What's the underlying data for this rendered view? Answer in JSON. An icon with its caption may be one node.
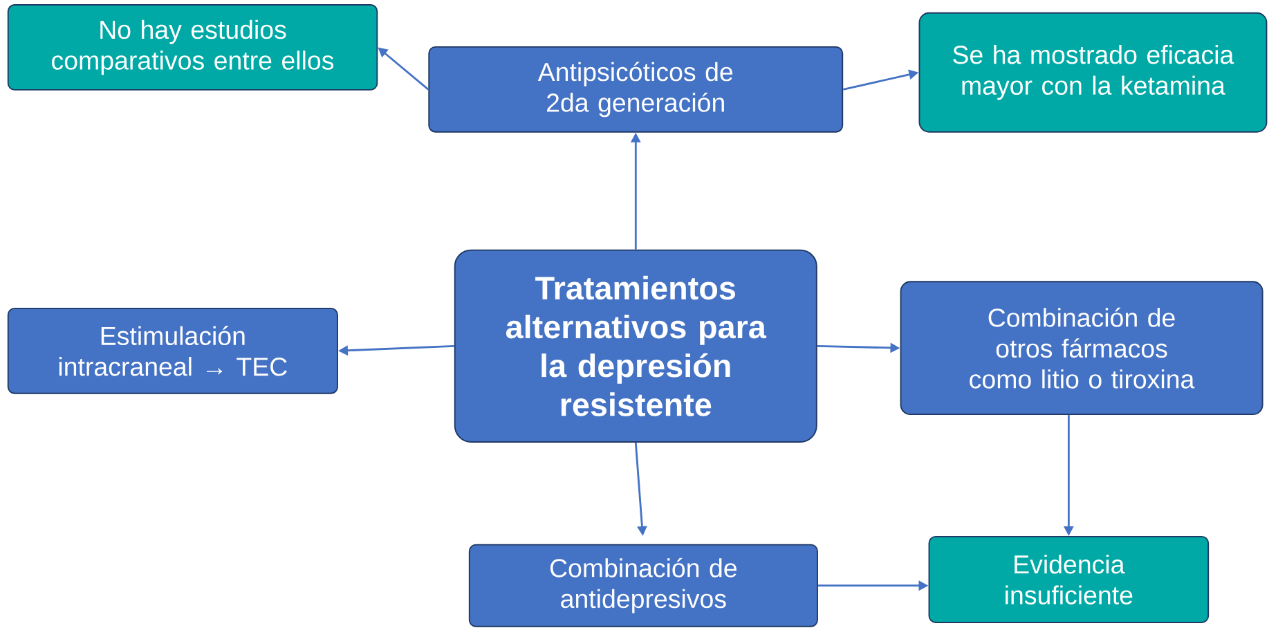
{
  "diagram": {
    "nodes": [
      {
        "text": [
          "Tratamientos alternativos para la depresión resistente"
        ]
      },
      {
        "text": [
          "Antipsicóticos de 2da generación"
        ]
      },
      {
        "text": [
          "No hay estudios comparativos entre ellos"
        ]
      },
      {
        "text": [
          "Se ha mostrado eficacia mayor con la ketamina"
        ]
      },
      {
        "text": [
          "Estimulación intracraneal → TEC"
        ]
      },
      {
        "text": [
          "Combinación de otros fármacos como litio o tiroxina"
        ]
      },
      {
        "text": [
          "Combinación de antidepresivos"
        ]
      },
      {
        "text": [
          "Evidencia insuficiente"
        ]
      }
    ],
    "edges": [
      {
        "from": 0,
        "to": 1,
        "arrow": "to"
      },
      {
        "from": 1,
        "to": 2,
        "arrow": "to"
      },
      {
        "from": 1,
        "to": 3,
        "arrow": "to"
      },
      {
        "from": 0,
        "to": 4,
        "arrow": "to"
      },
      {
        "from": 0,
        "to": 5,
        "arrow": "to"
      },
      {
        "from": 0,
        "to": 6,
        "arrow": "to"
      },
      {
        "from": 5,
        "to": 7,
        "arrow": "to"
      },
      {
        "from": 6,
        "to": 7,
        "arrow": "to"
      }
    ]
  }
}
